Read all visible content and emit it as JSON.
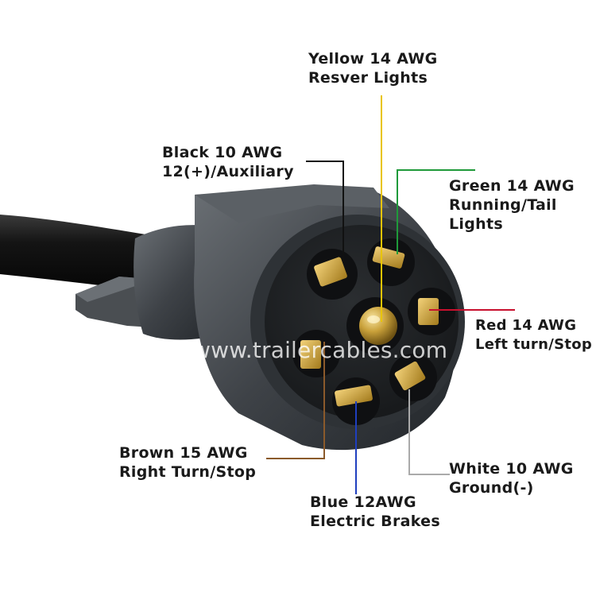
{
  "labels": {
    "yellow": {
      "line1": "Yellow 14 AWG",
      "line2": "Resver Lights"
    },
    "black": {
      "line1": "Black 10 AWG",
      "line2": "12(+)/Auxiliary"
    },
    "green": {
      "line1": "Green 14 AWG",
      "line2": "Running/Tail",
      "line3": "Lights"
    },
    "red": {
      "line1": "Red 14 AWG",
      "line2": "Left turn/Stop"
    },
    "brown": {
      "line1": "Brown 15 AWG",
      "line2": "Right Turn/Stop"
    },
    "white": {
      "line1": "White 10 AWG",
      "line2": "Ground(-)"
    },
    "blue": {
      "line1": "Blue 12AWG",
      "line2": "Electric Brakes"
    }
  },
  "watermark": "www.trailercables.com",
  "colors": {
    "yellow_wire": "#e8c400",
    "black_wire": "#111111",
    "green_wire": "#1f9a3a",
    "red_wire": "#c8102e",
    "brown_wire": "#8b5a2b",
    "white_wire": "#aaaaaa",
    "blue_wire": "#1f3fbf",
    "plug_body": "#3a3e42",
    "pin_brass": "#c9a13a"
  }
}
